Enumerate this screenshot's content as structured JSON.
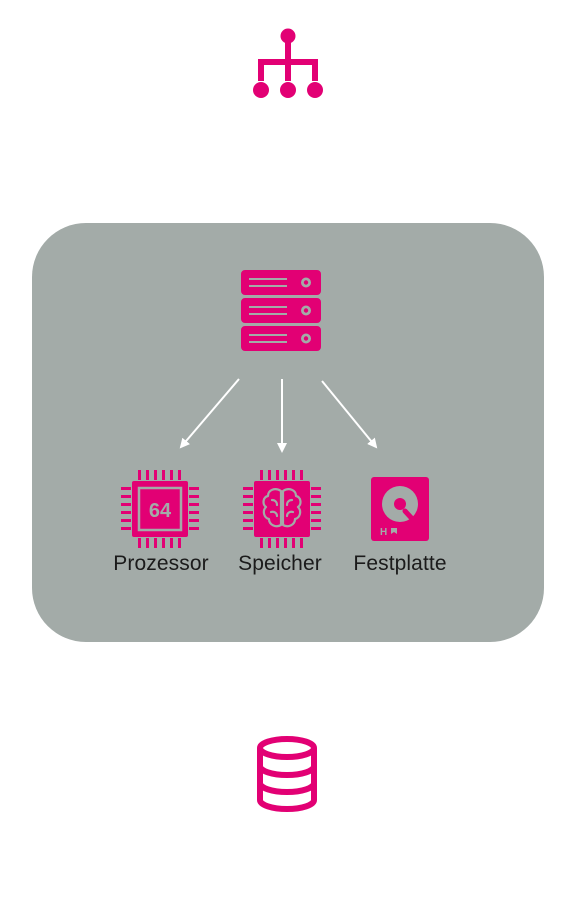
{
  "colors": {
    "accent": "#e20074",
    "panel": "#a3aba8",
    "arrow": "#ffffff",
    "text": "#1b1b1b"
  },
  "icons": {
    "top": "network-hierarchy-icon",
    "center": "server-rack-icon",
    "bottom": "database-icon"
  },
  "components": [
    {
      "label": "Prozessor",
      "icon": "cpu-chip-icon",
      "chip_text": "64"
    },
    {
      "label": "Speicher",
      "icon": "memory-brain-chip-icon"
    },
    {
      "label": "Festplatte",
      "icon": "hard-disk-icon",
      "disk_text": "H"
    }
  ]
}
